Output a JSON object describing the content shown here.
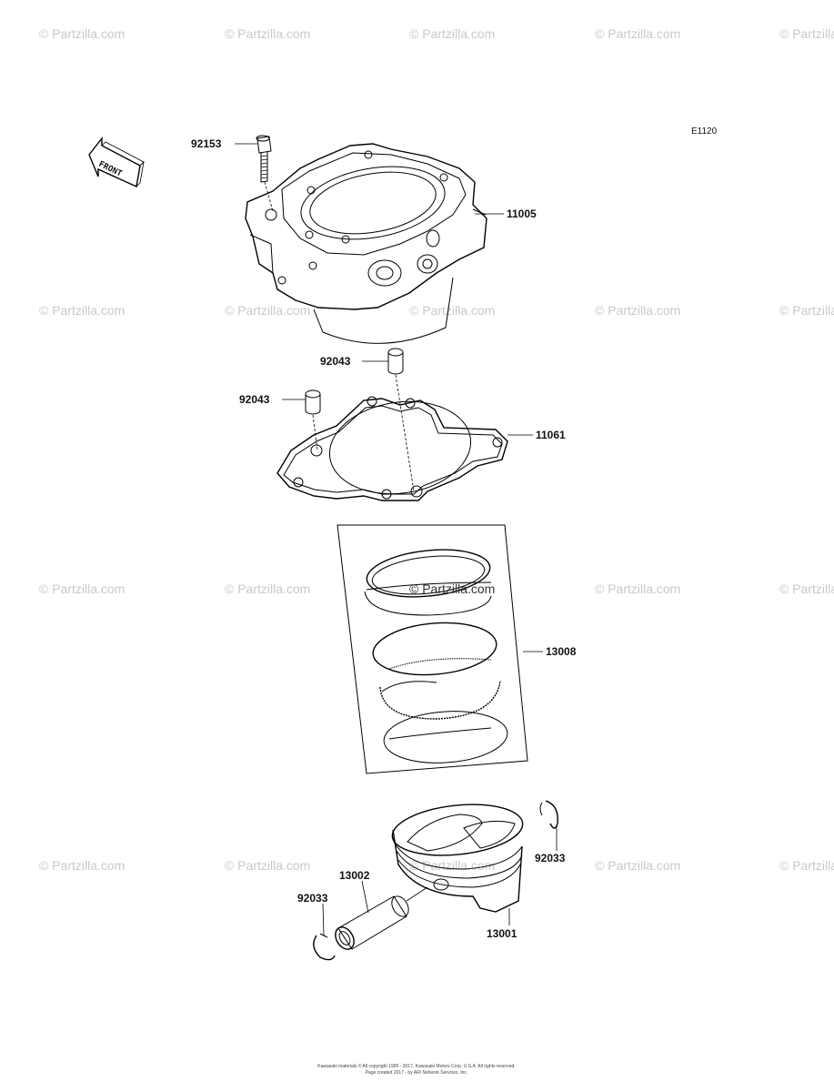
{
  "watermark_text": "© Partzilla.com",
  "diagram_code": "E1120",
  "front_label": "FRONT",
  "parts": {
    "bolt": "92153",
    "cylinder": "11005",
    "dowel_upper": "92043",
    "dowel_lower": "92043",
    "gasket": "11061",
    "ring_set": "13008",
    "clip_right": "92033",
    "pin": "13002",
    "clip_left": "92033",
    "piston": "13001"
  },
  "footer": {
    "line1": "Kawasaki materials ©  All copyright 1995 - 2017, Kawasaki Motors Corp. U.S.A. All rights reserved.",
    "line2": "Page created 2017 - by ARI Network Services, Inc."
  }
}
